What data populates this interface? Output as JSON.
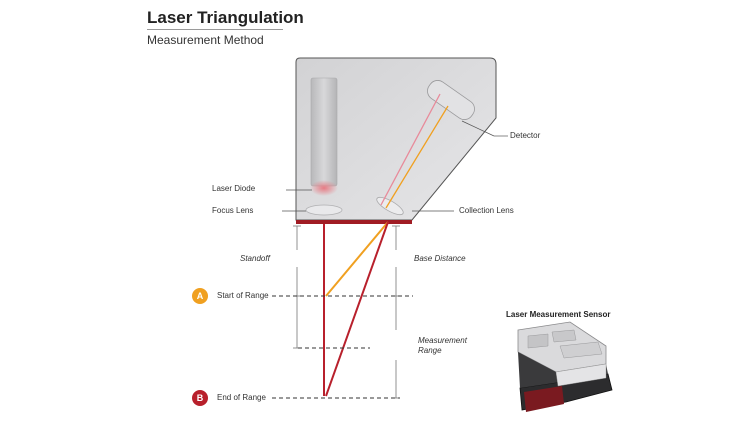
{
  "header": {
    "title": "Laser Triangulation",
    "subtitle": "Measurement Method"
  },
  "labels": {
    "detector": "Detector",
    "laser_diode": "Laser Diode",
    "focus_lens": "Focus Lens",
    "collection_lens": "Collection Lens",
    "standoff": "Standoff",
    "base_distance": "Base Distance",
    "start_of_range": "Start of Range",
    "end_of_range": "End of Range",
    "measurement_range_line1": "Measurement",
    "measurement_range_line2": "Range"
  },
  "markers": {
    "a": "A",
    "b": "B"
  },
  "sensor": {
    "title": "Laser Measurement Sensor"
  },
  "colors": {
    "beam_red": "#b8202c",
    "beam_orange": "#f0a020",
    "beam_pink": "#e88a9a",
    "badge_a": "#f0a020",
    "badge_b": "#b8202c",
    "housing": "#d6d6d8",
    "window": "#a01c24"
  }
}
